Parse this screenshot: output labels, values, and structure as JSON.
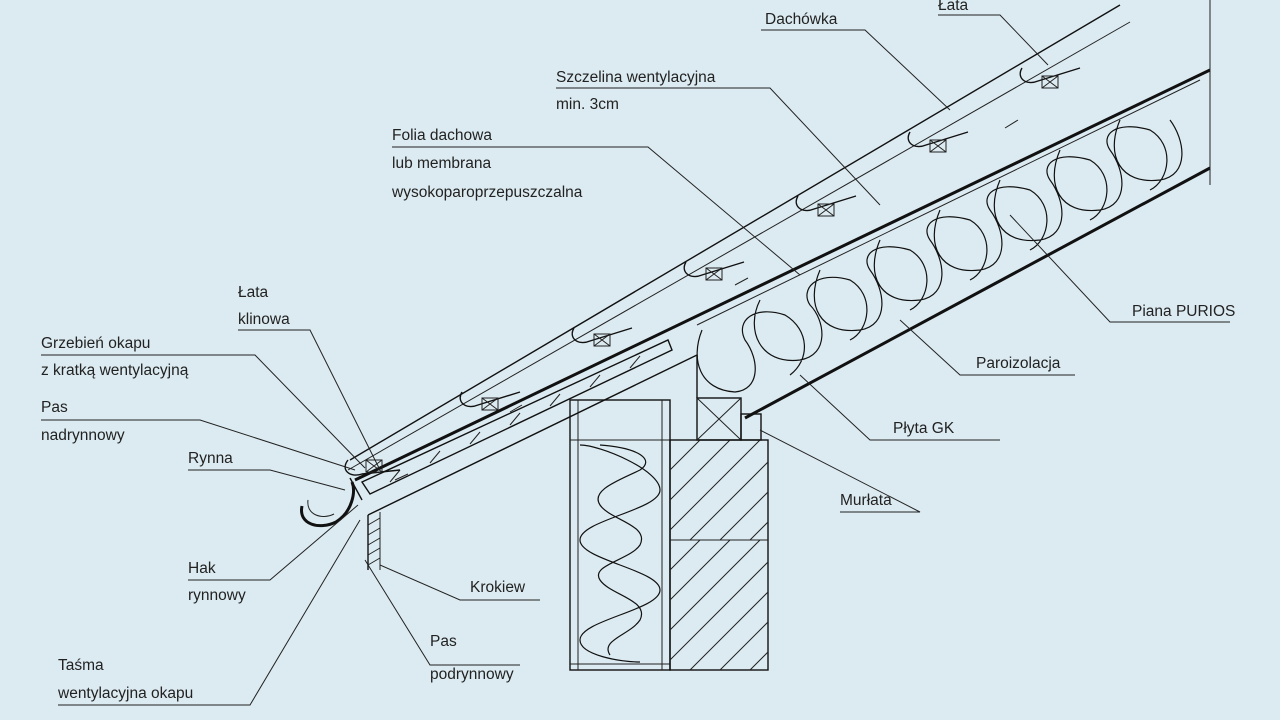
{
  "background_color": "#dcebf1",
  "line_color": "#222222",
  "labels": {
    "dachowka": "Dachówka",
    "lata_top": "Łata",
    "szczelina_1": "Szczelina wentylacyjna",
    "szczelina_2": "min. 3cm",
    "folia_1": "Folia dachowa",
    "folia_2": "lub membrana",
    "folia_3": "wysokoparoprzepuszczalna",
    "lata_klinowa_1": "Łata",
    "lata_klinowa_2": "klinowa",
    "grzebien_1": "Grzebień okapu",
    "grzebien_2": "z kratką wentylacyjną",
    "pas_nad_1": "Pas",
    "pas_nad_2": "nadrynnowy",
    "rynna": "Rynna",
    "hak_1": "Hak",
    "hak_2": "rynnowy",
    "tasma_1": "Taśma",
    "tasma_2": "wentylacyjna okapu",
    "krokiew": "Krokiew",
    "pas_pod_1": "Pas",
    "pas_pod_2": "podrynnowy",
    "murlata": "Murłata",
    "plyta": "Płyta GK",
    "paroizolacja": "Paroizolacja",
    "piana": "Piana PURIOS"
  }
}
